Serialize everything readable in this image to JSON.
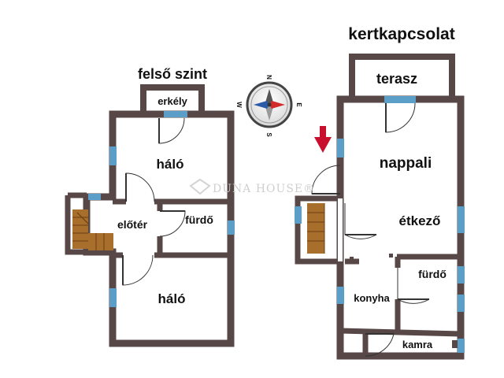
{
  "labels": {
    "upper_floor": "felső szint",
    "garden": "kertkapcsolat",
    "balcony": "erkély",
    "bedroom_top": "háló",
    "hall": "előtér",
    "bath_upper": "fürdő",
    "bedroom_bottom": "háló",
    "terrace": "terasz",
    "living": "nappali",
    "dining": "étkező",
    "kitchen": "konyha",
    "bath_lower": "fürdő",
    "pantry": "kamra"
  },
  "compass": {
    "north": "N",
    "south": "S",
    "east": "E",
    "west": "W"
  },
  "watermark": "DUNA HOUSE®",
  "colors": {
    "wall": "#574747",
    "window": "#5b9fc8",
    "stair": "#a86e2c",
    "arrow": "#c8102e",
    "compass_red": "#d12b2b",
    "compass_blue": "#2a5aa8"
  },
  "icons": [
    "compass-icon",
    "entrance-arrow-icon",
    "door-swing-icon",
    "staircase-icon",
    "window-icon"
  ]
}
